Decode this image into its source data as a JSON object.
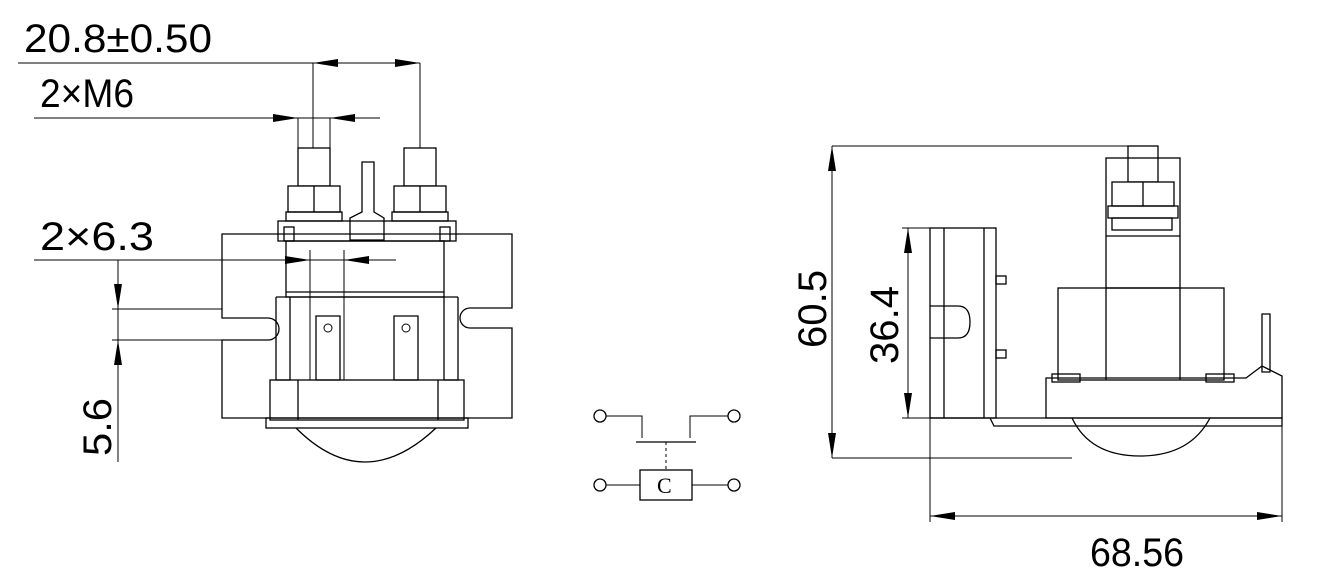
{
  "dimensions": {
    "terminal_spacing": "20.8±0.50",
    "thread": "2×M6",
    "tab_width": "2×6.3",
    "slot_height": "5.6",
    "overall_height": "60.5",
    "bracket_height": "36.4",
    "overall_width": "68.56"
  },
  "schematic": {
    "coil_label": "C"
  }
}
